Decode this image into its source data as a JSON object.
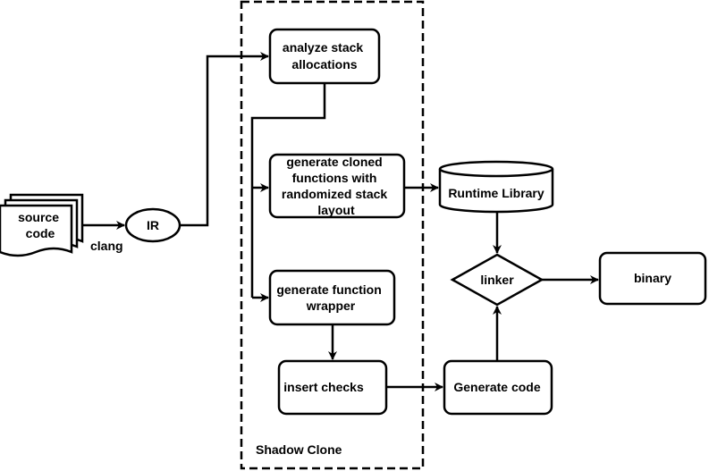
{
  "diagram": {
    "source_code": [
      "source",
      "code"
    ],
    "clang_label": "clang",
    "ir": "IR",
    "group_label": "Shadow Clone",
    "analyze": [
      "analyze stack",
      "allocations"
    ],
    "generate_cloned": [
      "generate cloned",
      "functions with",
      "randomized stack",
      "layout"
    ],
    "generate_wrapper": [
      "generate function",
      "wrapper"
    ],
    "insert_checks": "insert checks",
    "runtime_library": "Runtime Library",
    "linker": "linker",
    "generate_code": "Generate code",
    "binary": "binary"
  }
}
